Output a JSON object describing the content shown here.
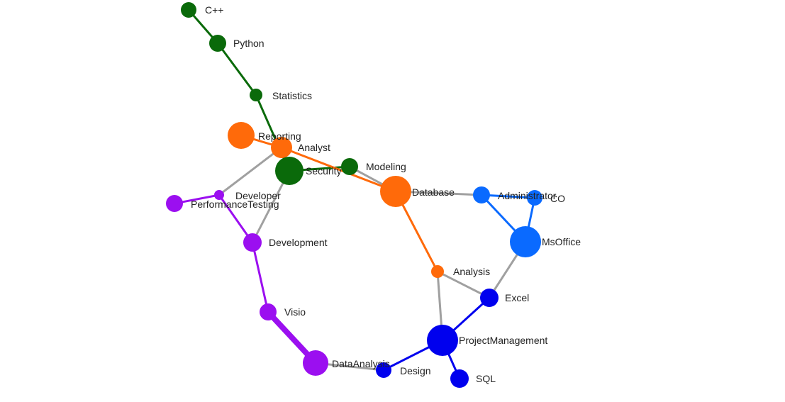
{
  "colors": {
    "green": "#0a6a0a",
    "orange": "#ff6a0a",
    "purple": "#9b0ff0",
    "blue": "#0000ee",
    "lightblue": "#0a6aff",
    "gray": "#a0a0a0",
    "label": "#222222"
  },
  "graph": {
    "nodes": [
      {
        "id": "C++",
        "label": "C++",
        "group": "green"
      },
      {
        "id": "Python",
        "label": "Python",
        "group": "green"
      },
      {
        "id": "Statistics",
        "label": "Statistics",
        "group": "green"
      },
      {
        "id": "Reporting",
        "label": "Reporting",
        "group": "orange"
      },
      {
        "id": "Analyst",
        "label": "Analyst",
        "group": "orange"
      },
      {
        "id": "Security",
        "label": "Security",
        "group": "green"
      },
      {
        "id": "Modeling",
        "label": "Modeling",
        "group": "green"
      },
      {
        "id": "Database",
        "label": "Database",
        "group": "orange"
      },
      {
        "id": "Administrator",
        "label": "Administrator",
        "group": "lightblue"
      },
      {
        "id": "CO",
        "label": "CO",
        "group": "lightblue"
      },
      {
        "id": "MsOffice",
        "label": "MsOffice",
        "group": "lightblue"
      },
      {
        "id": "Developer",
        "label": "Developer",
        "group": "purple"
      },
      {
        "id": "PerformanceTesting",
        "label": "PerformanceTesting",
        "group": "purple"
      },
      {
        "id": "Development",
        "label": "Development",
        "group": "purple"
      },
      {
        "id": "Visio",
        "label": "Visio",
        "group": "purple"
      },
      {
        "id": "DataAnalysis",
        "label": "DataAnalysis",
        "group": "purple"
      },
      {
        "id": "Analysis",
        "label": "Analysis",
        "group": "orange"
      },
      {
        "id": "Excel",
        "label": "Excel",
        "group": "blue"
      },
      {
        "id": "ProjectManagement",
        "label": "ProjectManagement",
        "group": "blue"
      },
      {
        "id": "Design",
        "label": "Design",
        "group": "blue"
      },
      {
        "id": "SQL",
        "label": "SQL",
        "group": "blue"
      }
    ],
    "edges": [
      {
        "source": "C++",
        "target": "Python",
        "group": "green"
      },
      {
        "source": "Python",
        "target": "Statistics",
        "group": "green"
      },
      {
        "source": "Statistics",
        "target": "Security",
        "group": "green"
      },
      {
        "source": "Security",
        "target": "Modeling",
        "group": "green"
      },
      {
        "source": "Reporting",
        "target": "Analyst",
        "group": "orange"
      },
      {
        "source": "Analyst",
        "target": "Database",
        "group": "orange"
      },
      {
        "source": "Database",
        "target": "Analysis",
        "group": "orange"
      },
      {
        "source": "Analyst",
        "target": "Developer",
        "group": "gray"
      },
      {
        "source": "Security",
        "target": "Development",
        "group": "gray"
      },
      {
        "source": "Modeling",
        "target": "Database",
        "group": "gray"
      },
      {
        "source": "Database",
        "target": "Administrator",
        "group": "gray"
      },
      {
        "source": "Administrator",
        "target": "CO",
        "group": "lightblue"
      },
      {
        "source": "Administrator",
        "target": "MsOffice",
        "group": "lightblue"
      },
      {
        "source": "CO",
        "target": "MsOffice",
        "group": "lightblue"
      },
      {
        "source": "MsOffice",
        "target": "Excel",
        "group": "gray"
      },
      {
        "source": "Analysis",
        "target": "Excel",
        "group": "gray"
      },
      {
        "source": "Analysis",
        "target": "ProjectManagement",
        "group": "gray"
      },
      {
        "source": "Excel",
        "target": "ProjectManagement",
        "group": "blue"
      },
      {
        "source": "ProjectManagement",
        "target": "Design",
        "group": "blue"
      },
      {
        "source": "ProjectManagement",
        "target": "SQL",
        "group": "blue"
      },
      {
        "source": "Design",
        "target": "DataAnalysis",
        "group": "gray"
      },
      {
        "source": "PerformanceTesting",
        "target": "Developer",
        "group": "purple"
      },
      {
        "source": "Developer",
        "target": "Development",
        "group": "purple"
      },
      {
        "source": "Development",
        "target": "Visio",
        "group": "purple"
      },
      {
        "source": "Visio",
        "target": "DataAnalysis",
        "group": "purple"
      }
    ]
  }
}
